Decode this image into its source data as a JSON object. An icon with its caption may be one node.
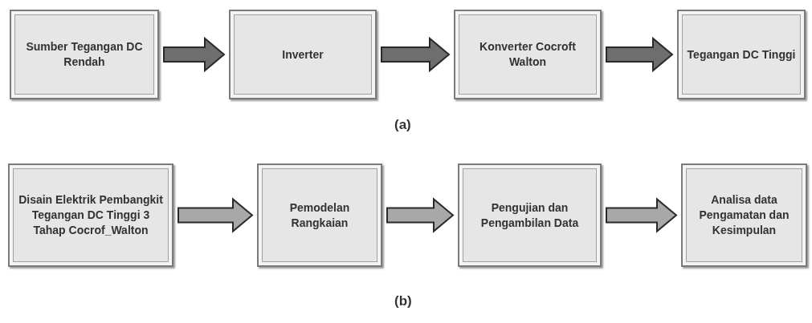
{
  "diagram": {
    "nodes": [
      {
        "text": [
          "Sumber  Tegangan DC Rendah"
        ]
      },
      {
        "text": [
          "Inverter"
        ]
      },
      {
        "text": [
          "Konverter Cocroft Walton"
        ]
      },
      {
        "text": [
          "Tegangan DC Tinggi"
        ]
      },
      {
        "text": [
          "Disain Elektrik Pembangkit Tegangan DC Tinggi 3 Tahap Cocrof_Walton"
        ]
      },
      {
        "text": [
          "Pemodelan Rangkaian"
        ]
      },
      {
        "text": [
          "Pengujian dan Pengambilan Data"
        ]
      },
      {
        "text": [
          "Analisa data Pengamatan dan Kesimpulan"
        ]
      }
    ],
    "edges": [
      {
        "from": 0,
        "to": 1,
        "arrow": "to"
      },
      {
        "from": 1,
        "to": 2,
        "arrow": "to"
      },
      {
        "from": 2,
        "to": 3,
        "arrow": "to"
      },
      {
        "from": 4,
        "to": 5,
        "arrow": "to"
      },
      {
        "from": 5,
        "to": 6,
        "arrow": "to"
      },
      {
        "from": 6,
        "to": 7,
        "arrow": "to"
      }
    ],
    "labels": [
      "(a)",
      "(b)"
    ]
  }
}
